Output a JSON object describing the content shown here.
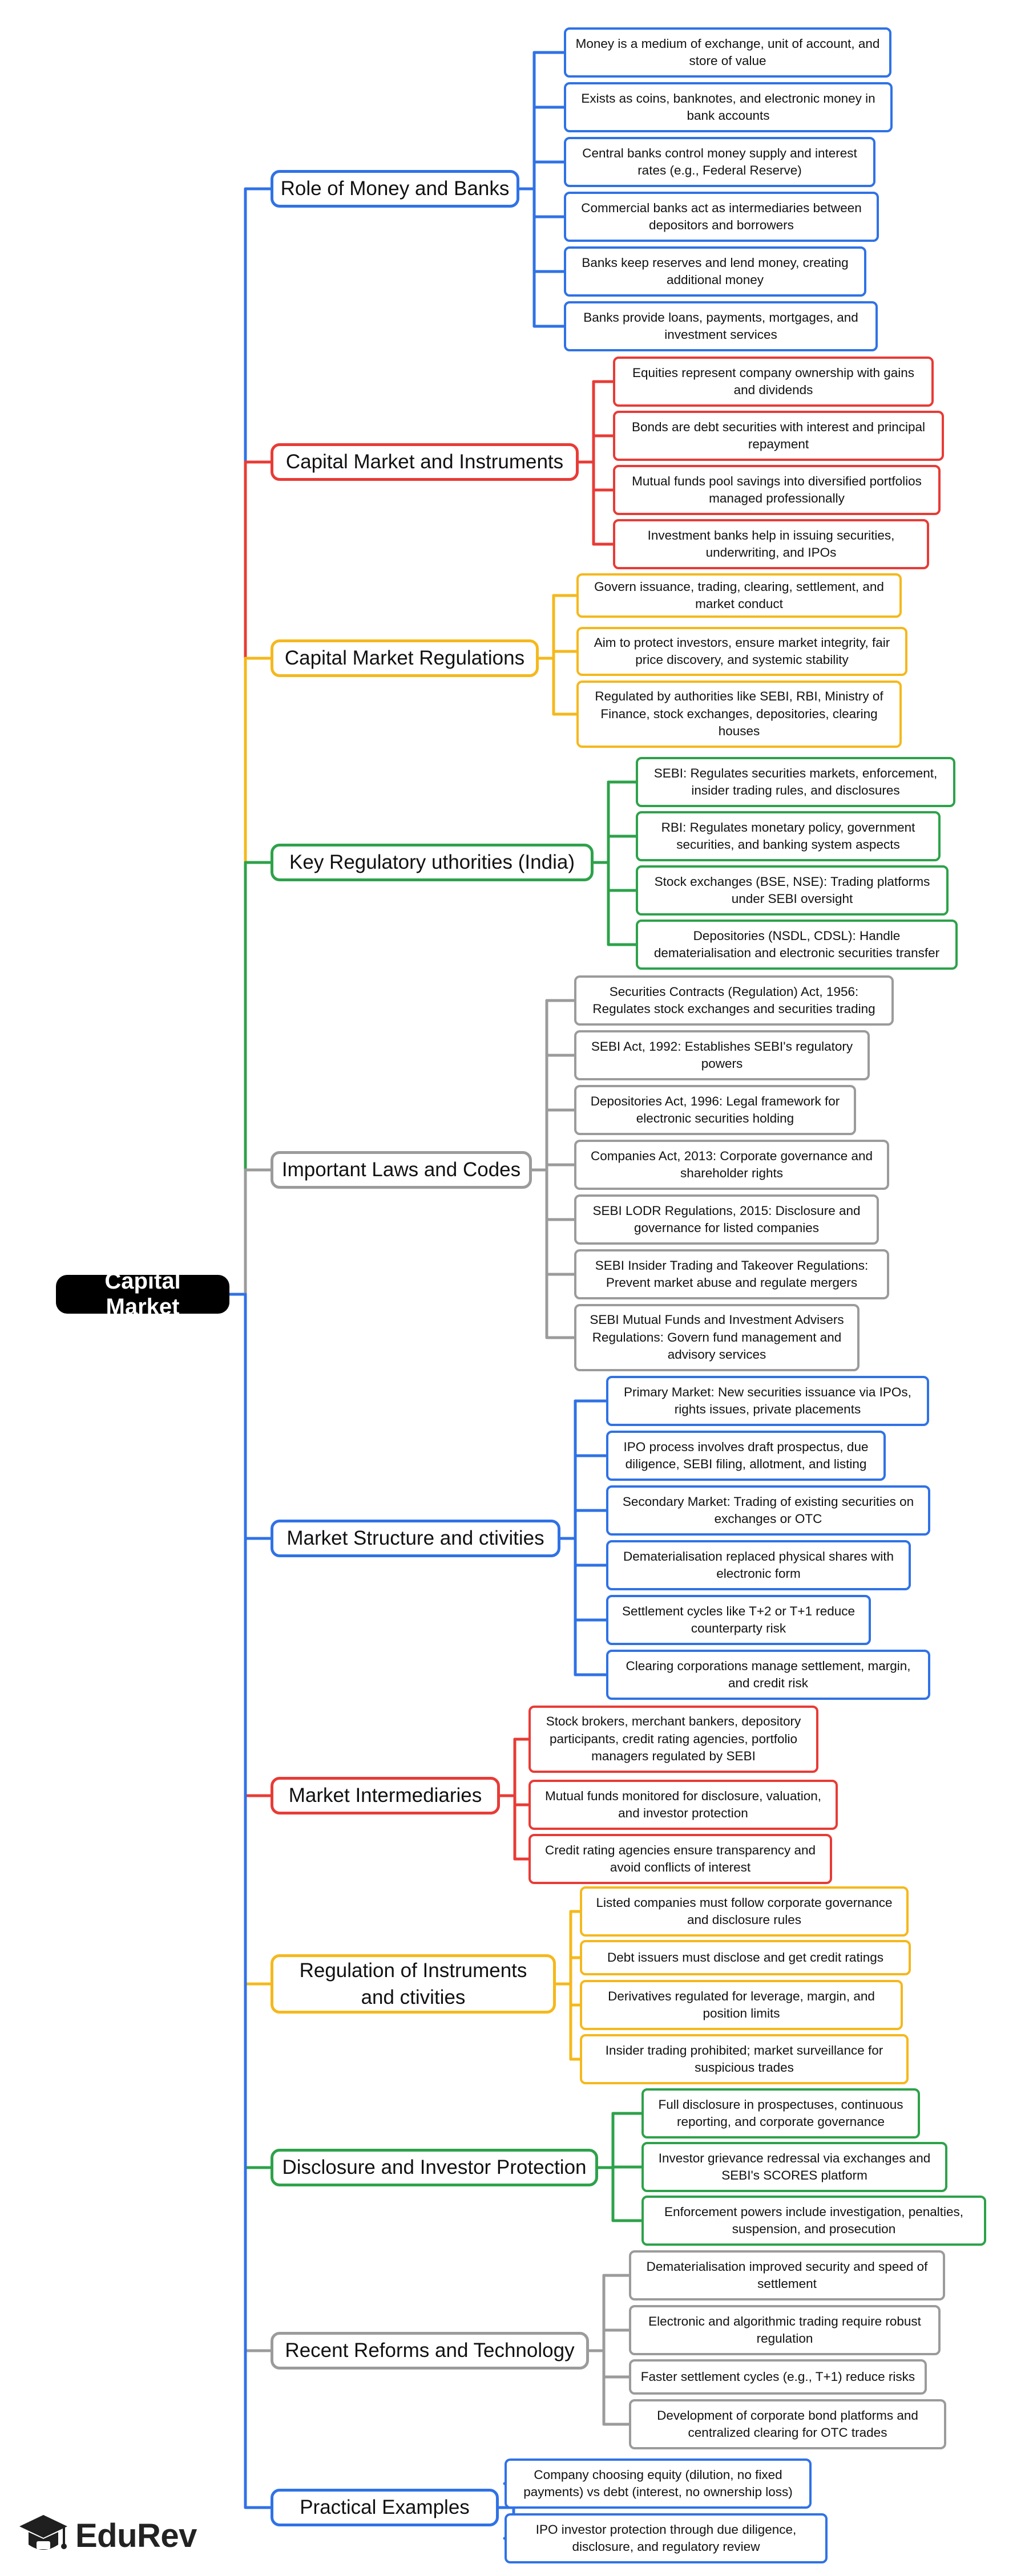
{
  "root": {
    "label": "Capital Market"
  },
  "branches": [
    {
      "label": "Role of Money and Banks",
      "color": "#2f72e6",
      "leaves": [
        "Money is a medium of exchange, unit of account, and store of value",
        "Exists as coins, banknotes, and electronic money in bank accounts",
        "Central banks control money supply and interest rates (e.g., Federal Reserve)",
        "Commercial banks act as intermediaries between depositors and borrowers",
        "Banks keep reserves and lend money, creating additional money",
        "Banks provide loans, payments, mortgages, and investment services"
      ]
    },
    {
      "label": "Capital Market and Instruments",
      "color": "#e83b36",
      "leaves": [
        "Equities represent company ownership with gains and dividends",
        "Bonds are debt securities with interest and principal repayment",
        "Mutual funds pool savings into diversified portfolios managed professionally",
        "Investment banks help in issuing securities, underwriting, and IPOs"
      ]
    },
    {
      "label": "Capital Market Regulations",
      "color": "#f5b81c",
      "leaves": [
        "Govern issuance, trading, clearing, settlement, and market conduct",
        "Aim to protect investors, ensure market integrity, fair price discovery, and systemic stability",
        "Regulated by authorities like SEBI, RBI, Ministry of Finance, stock exchanges, depositories, clearing houses"
      ]
    },
    {
      "label": "Key Regulatory uthorities (India)",
      "color": "#2da24a",
      "leaves": [
        "SEBI: Regulates securities markets, enforcement, insider trading rules, and disclosures",
        "RBI: Regulates monetary policy, government securities, and banking system aspects",
        "Stock exchanges (BSE, NSE): Trading platforms under SEBI oversight",
        "Depositories (NSDL, CDSL): Handle dematerialisation and electronic securities transfer"
      ]
    },
    {
      "label": "Important Laws and Codes",
      "color": "#9b9b9b",
      "leaves": [
        "Securities Contracts (Regulation) Act, 1956: Regulates stock exchanges and securities trading",
        "SEBI Act, 1992: Establishes SEBI's regulatory powers",
        "Depositories Act, 1996: Legal framework for electronic securities holding",
        "Companies Act, 2013: Corporate governance and shareholder rights",
        "SEBI LODR Regulations, 2015: Disclosure and governance for listed companies",
        "SEBI Insider Trading and Takeover Regulations: Prevent market abuse and regulate mergers",
        "SEBI Mutual Funds and Investment Advisers Regulations: Govern fund management and advisory services"
      ]
    },
    {
      "label": "Market Structure and ctivities",
      "color": "#2f72e6",
      "leaves": [
        "Primary Market: New securities issuance via IPOs, rights issues, private placements",
        "IPO process involves draft prospectus, due diligence, SEBI filing, allotment, and listing",
        "Secondary Market: Trading of existing securities on exchanges or OTC",
        "Dematerialisation replaced physical shares with electronic form",
        "Settlement cycles like T+2 or T+1 reduce counterparty risk",
        "Clearing corporations manage settlement, margin, and credit risk"
      ]
    },
    {
      "label": "Market Intermediaries",
      "color": "#e83b36",
      "leaves": [
        "Stock brokers, merchant bankers, depository participants, credit rating agencies, portfolio managers regulated by SEBI",
        "Mutual funds monitored for disclosure, valuation, and investor protection",
        "Credit rating agencies ensure transparency and avoid conflicts of interest"
      ]
    },
    {
      "label": "Regulation of Instruments and ctivities",
      "color": "#f5b81c",
      "leaves": [
        "Listed companies must follow corporate governance and disclosure rules",
        "Debt issuers must disclose and get credit ratings",
        "Derivatives regulated for leverage, margin, and position limits",
        "Insider trading prohibited; market surveillance for suspicious trades"
      ]
    },
    {
      "label": "Disclosure and Investor Protection",
      "color": "#2da24a",
      "leaves": [
        "Full disclosure in prospectuses, continuous reporting, and corporate governance",
        "Investor grievance redressal via exchanges and SEBI's SCORES platform",
        "Enforcement powers include investigation, penalties, suspension, and prosecution"
      ]
    },
    {
      "label": "Recent Reforms and Technology",
      "color": "#9b9b9b",
      "leaves": [
        "Dematerialisation improved security and speed of settlement",
        "Electronic and algorithmic trading require robust regulation",
        "Faster settlement cycles (e.g., T+1) reduce risks",
        "Development of corporate bond platforms and centralized clearing for OTC trades"
      ]
    },
    {
      "label": "Practical Examples",
      "color": "#2f72e6",
      "leaves": [
        "Company choosing equity (dilution, no fixed payments) vs debt (interest, no ownership loss)",
        "IPO investor protection through due diligence, disclosure, and regulatory review"
      ]
    }
  ],
  "logo": {
    "brand": "EduRev",
    "icon": "graduation-cap-icon"
  }
}
